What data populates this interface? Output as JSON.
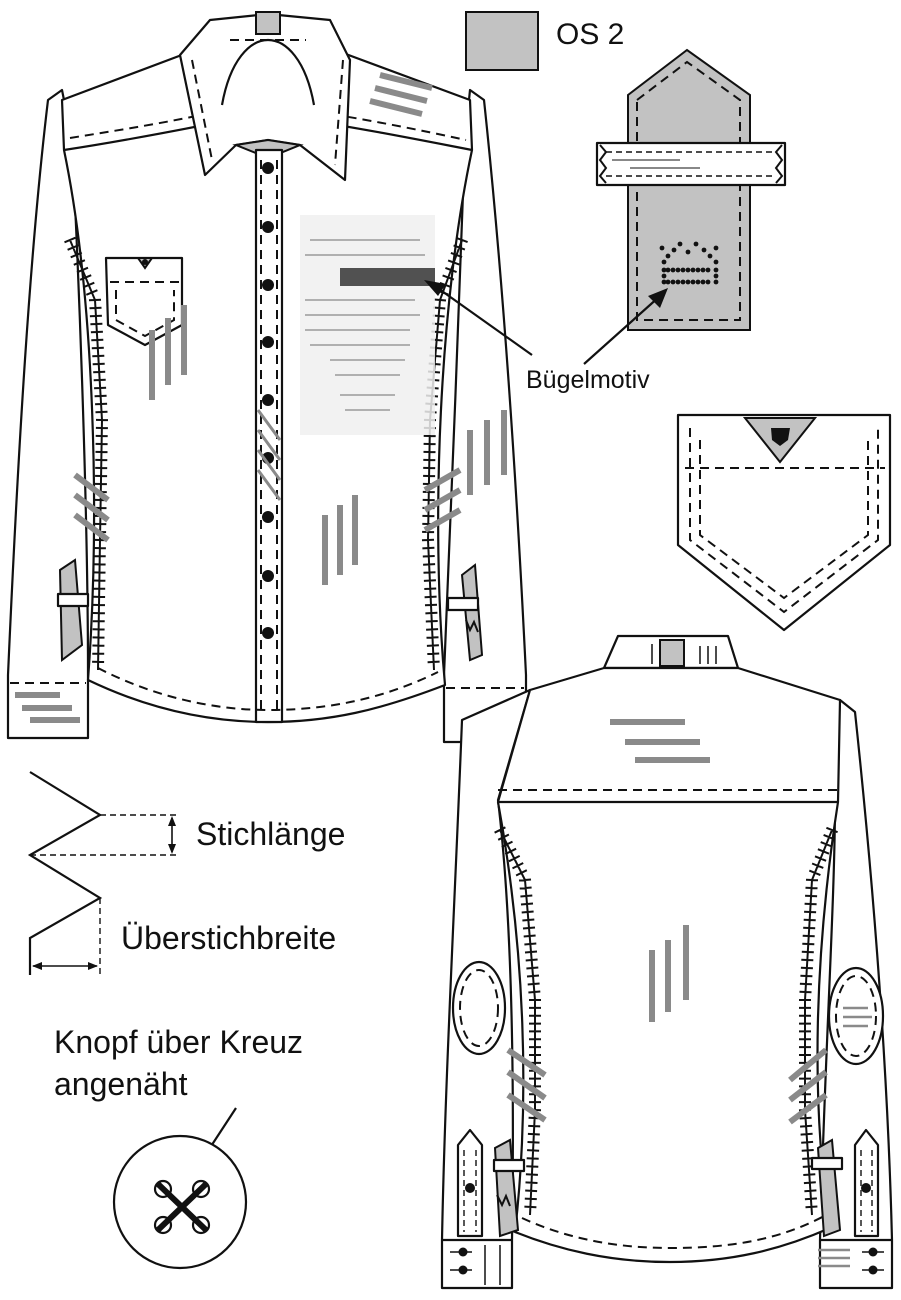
{
  "labels": {
    "fabric_code": "OS 2",
    "print_motif": "Bügelmotiv",
    "stitch_length": "Stichlänge",
    "overstitch_width": "Überstichbreite",
    "button_line1": "Knopf über Kreuz",
    "button_line2": "angenäht"
  },
  "colors": {
    "outline": "#111111",
    "fabric_os2": "#c2c2c2",
    "grey_bars": "#8a8a8a",
    "background": "#ffffff"
  },
  "icons": {
    "crown_motif": "crown-icon",
    "button_cross_stitch": "button-cross-icon"
  }
}
